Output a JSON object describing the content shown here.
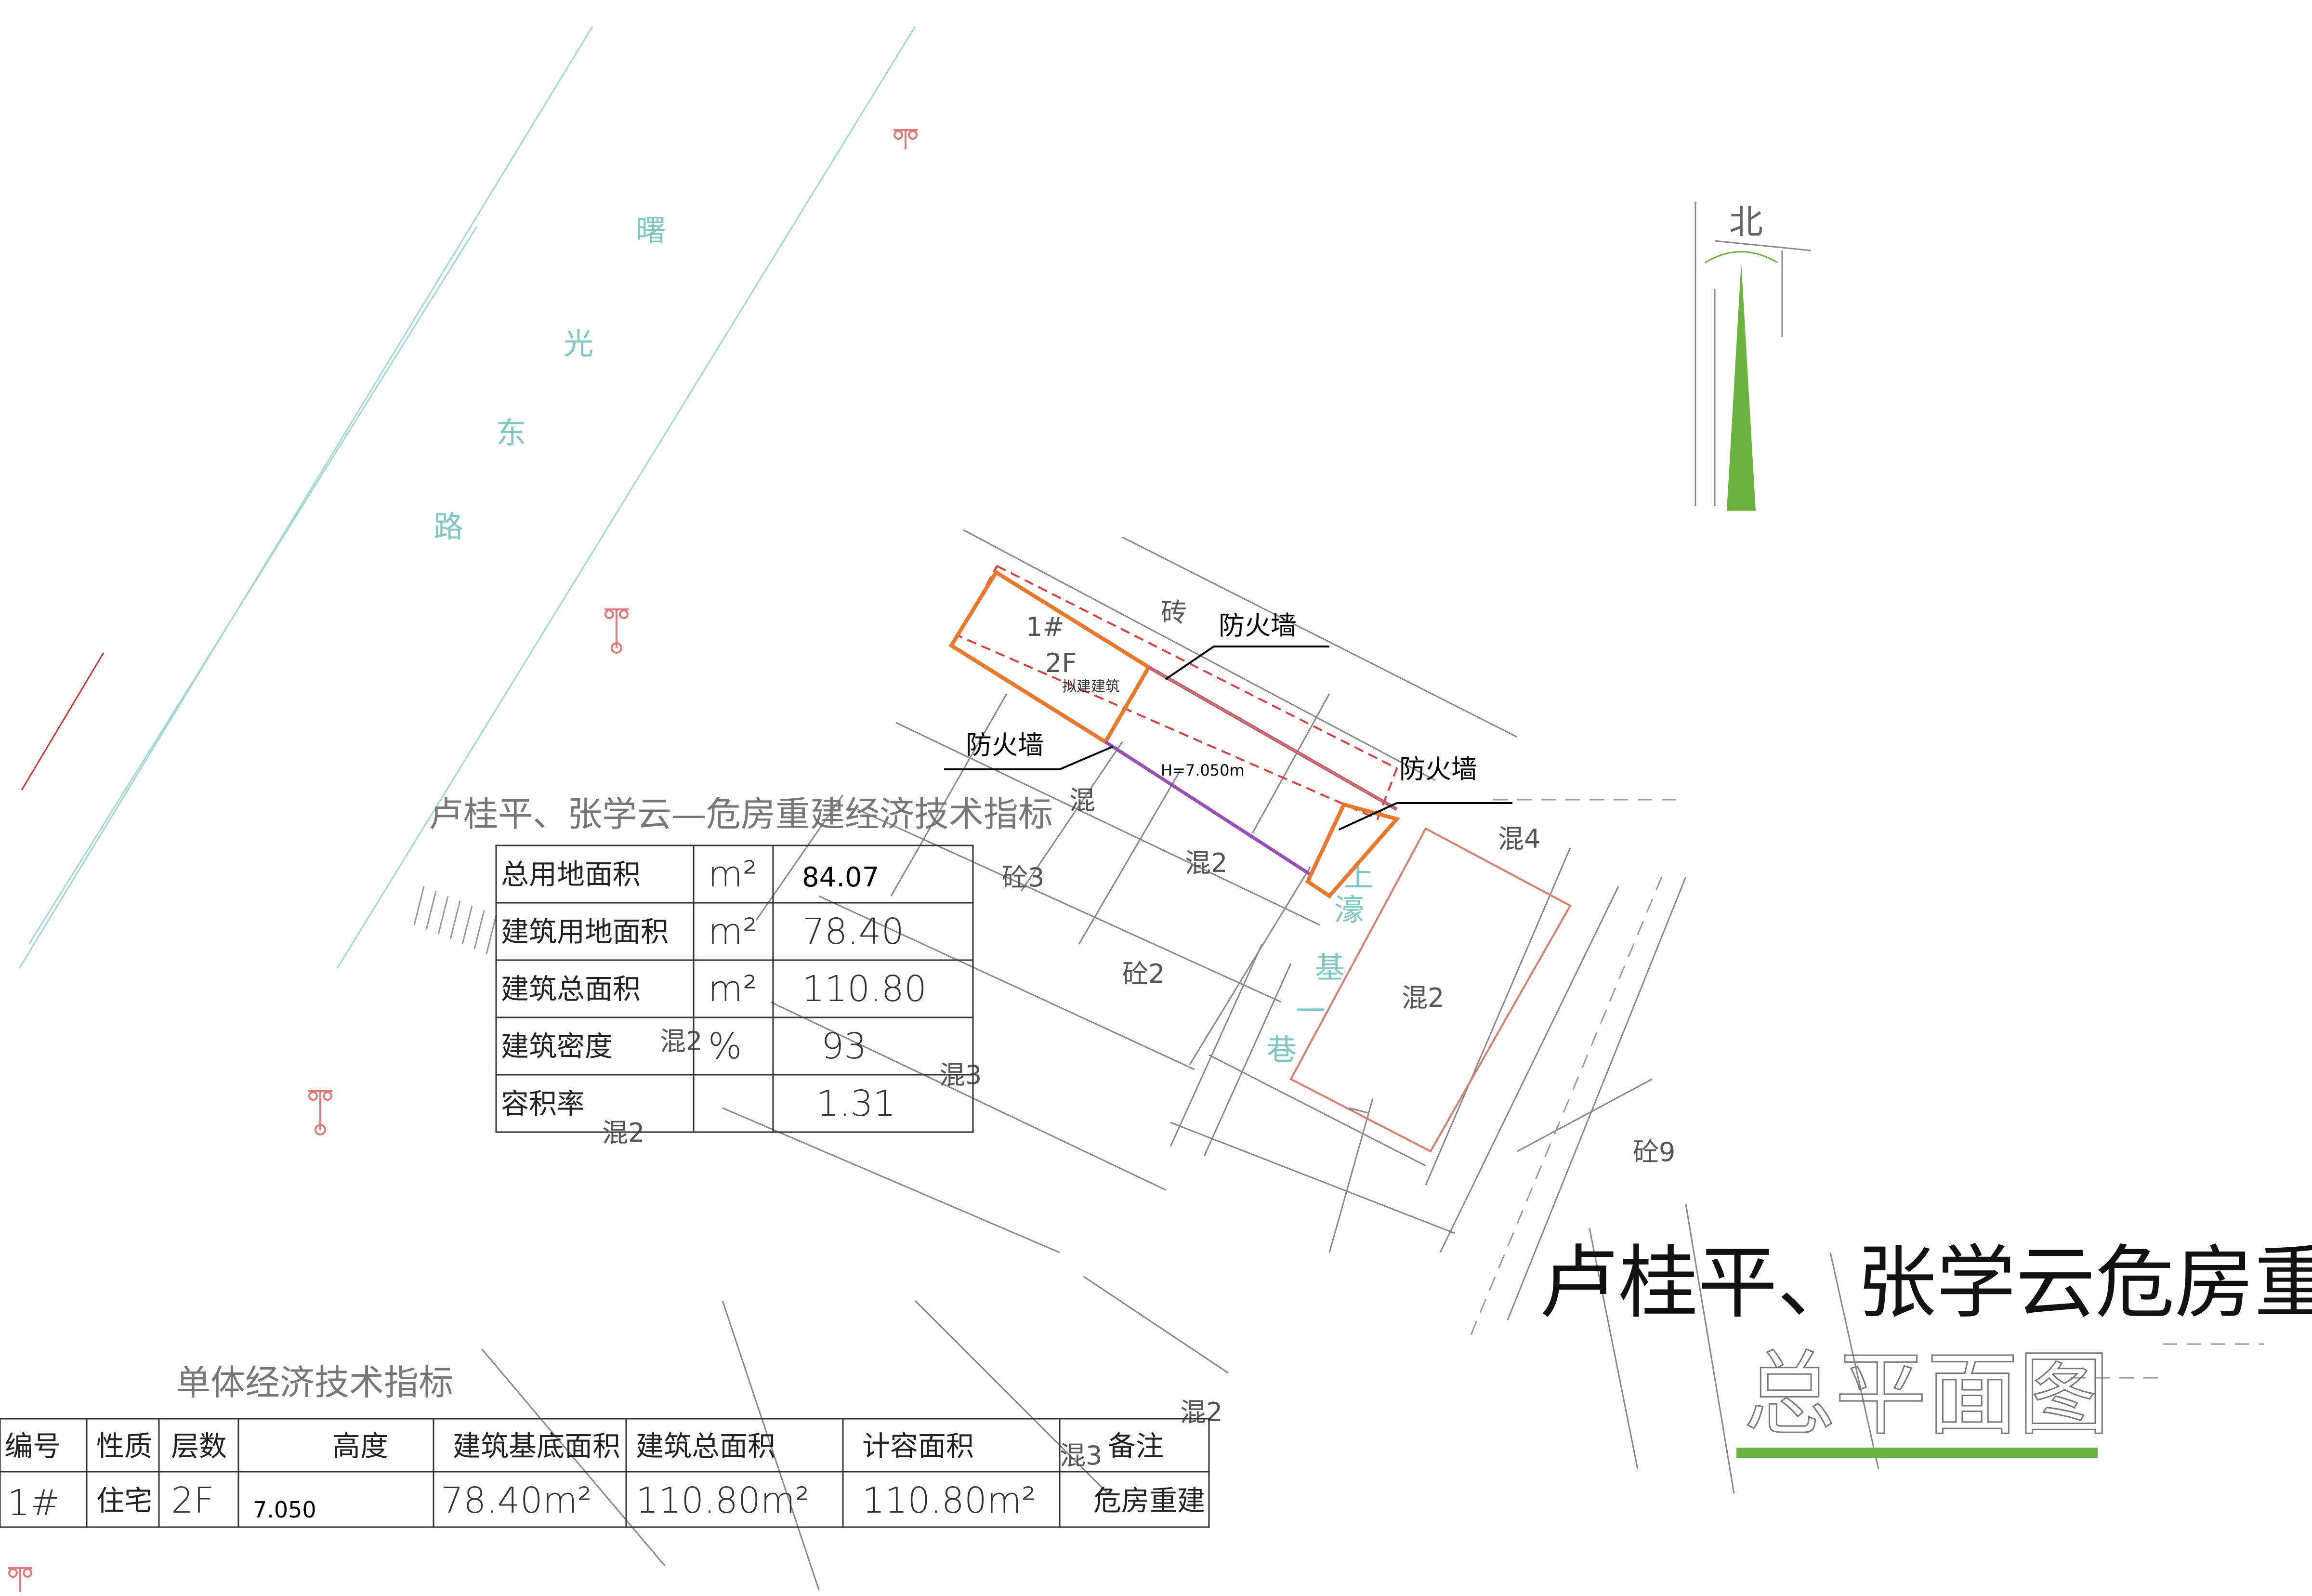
{
  "road": {
    "chars": [
      "曙",
      "光",
      "东",
      "路"
    ]
  },
  "alley": {
    "chars": [
      "上",
      "濠",
      "基",
      "一",
      "巷"
    ]
  },
  "north": {
    "label": "北",
    "color": "#6bb33e"
  },
  "building": {
    "number": "1#",
    "floors": "2F",
    "note": "拟建建筑",
    "height_label": "H=7.050m",
    "outline_color": "#e8782b",
    "firewall_color": "#9b4fb5"
  },
  "firewall_labels": [
    "防火墙",
    "防火墙",
    "防火墙"
  ],
  "blocks": {
    "zhuan": "砖",
    "hun2_a": "混2",
    "hun2_b": "混2",
    "hun2_c": "混2",
    "hun2_d": "混2",
    "hun2_e": "混2",
    "hun3_a": "混3",
    "hun3_b": "混3",
    "hun4": "混4",
    "shuan2": "砼2",
    "shuan3": "砼3",
    "shuan9": "砼9",
    "hun": "混"
  },
  "indicators": {
    "title": "卢桂平、张学云—危房重建经济技术指标",
    "rows": [
      {
        "name": "总用地面积",
        "unit": "m²",
        "value": "84.07"
      },
      {
        "name": "建筑用地面积",
        "unit": "m²",
        "value": "78.40"
      },
      {
        "name": "建筑总面积",
        "unit": "m²",
        "value": "110.80"
      },
      {
        "name": "建筑密度",
        "unit": "%",
        "value": "93"
      },
      {
        "name": "容积率",
        "unit": "",
        "value": "1.31"
      }
    ]
  },
  "unit_table": {
    "title": "单体经济技术指标",
    "headers": [
      "编号",
      "性质",
      "层数",
      "高度",
      "建筑基底面积",
      "建筑总面积",
      "计容面积",
      "备注"
    ],
    "row": [
      "1#",
      "住宅",
      "2F",
      "7.050",
      "78.40m²",
      "110.80m²",
      "110.80m²",
      "危房重建"
    ]
  },
  "drawing_title": {
    "main": "卢桂平、张学云危房重建",
    "sub": "总平面图",
    "underline_color": "#6bb33e"
  }
}
